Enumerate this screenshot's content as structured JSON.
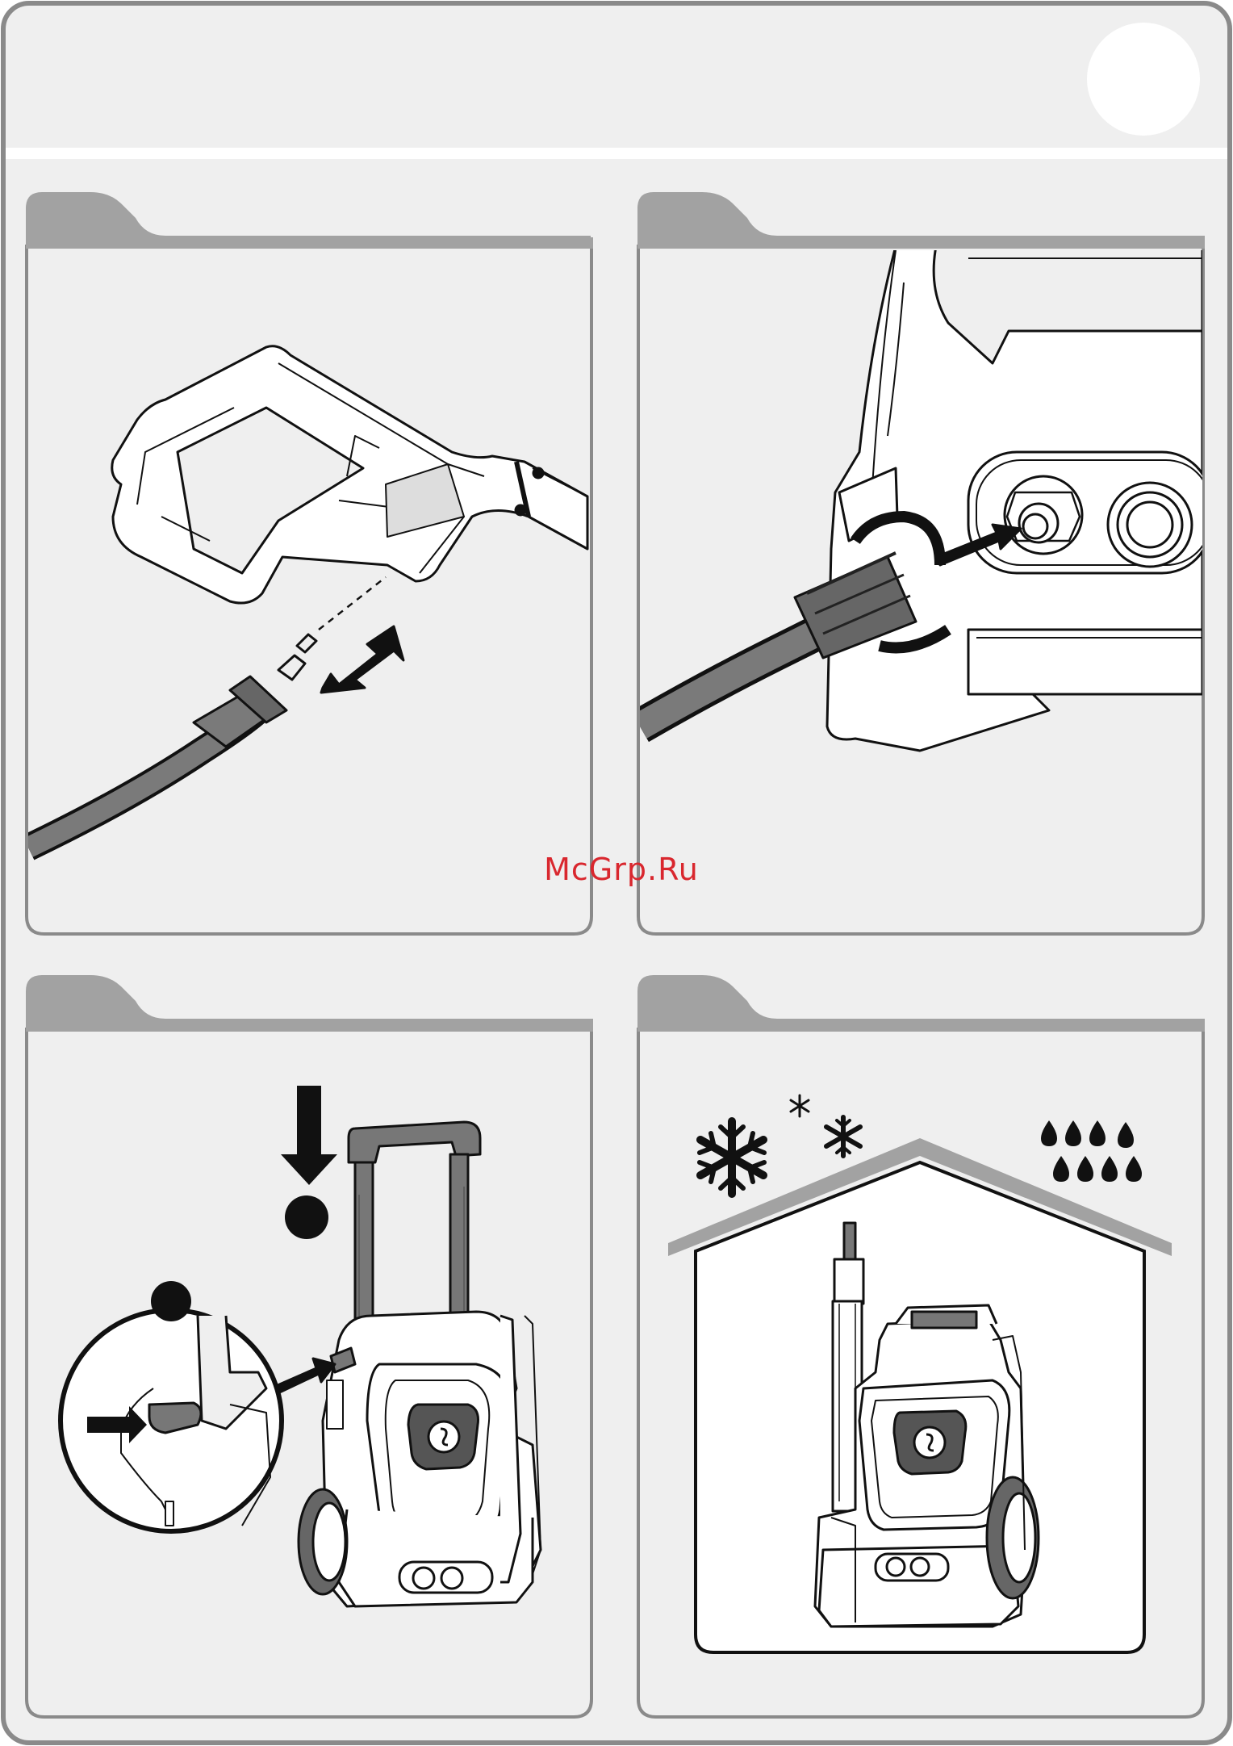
{
  "page": {
    "step_badge_text": "",
    "watermark": "McGrp.Ru"
  },
  "panels": [
    {
      "id": "panel-1",
      "tab_label": "",
      "illustration": "spray-gun-hose-connection"
    },
    {
      "id": "panel-2",
      "tab_label": "",
      "illustration": "hose-to-machine-outlet"
    },
    {
      "id": "panel-3",
      "tab_label": "",
      "illustration": "telescopic-handle-release"
    },
    {
      "id": "panel-4",
      "tab_label": "",
      "illustration": "indoor-storage-weather"
    }
  ],
  "colors": {
    "frame": "#8a8a8a",
    "panel_bg": "#efefef",
    "tab_gray": "#a2a2a2",
    "ink": "#111111",
    "watermark": "#d9272e"
  },
  "icons": [
    "step-number-circle",
    "arrow-icon",
    "snowflake-icon",
    "raindrop-icon",
    "house-roof-icon",
    "callout-dot-icon"
  ]
}
